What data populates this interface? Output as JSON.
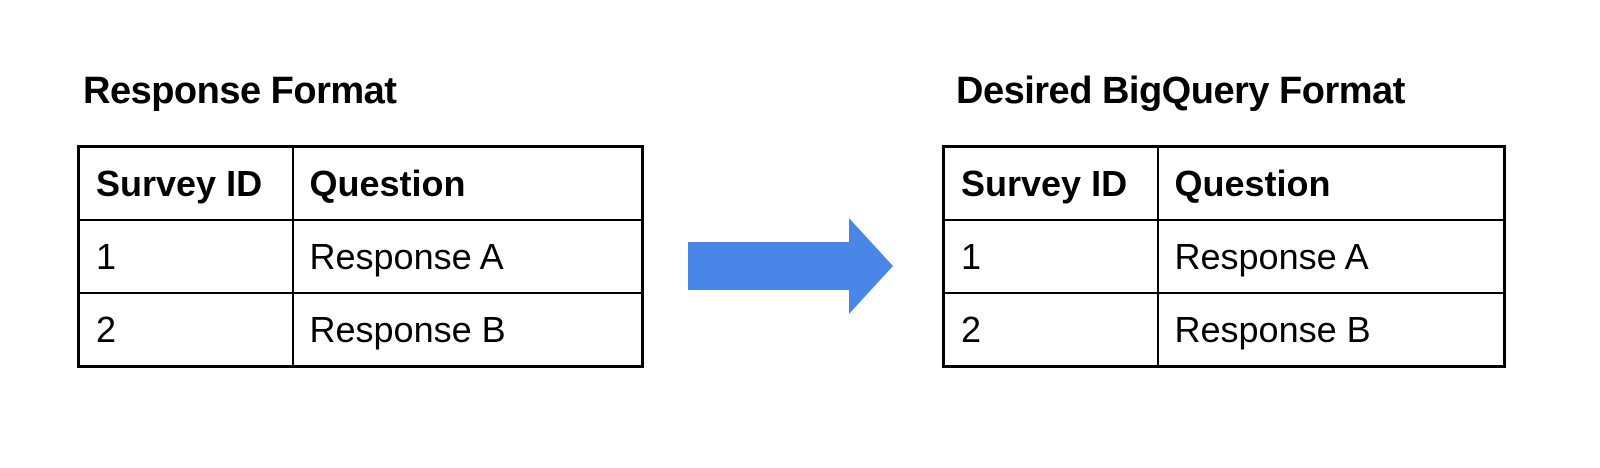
{
  "figure": {
    "background": "#ffffff",
    "text_color": "#000000",
    "border_color": "#000000"
  },
  "left_panel": {
    "title": "Response Format",
    "table": {
      "headers": [
        "Survey ID",
        "Question"
      ],
      "rows": [
        [
          "1",
          "Response A"
        ],
        [
          "2",
          "Response B"
        ]
      ]
    }
  },
  "arrow": {
    "icon": "right-arrow",
    "direction": "right",
    "color": "#4A86E8"
  },
  "right_panel": {
    "title": "Desired BigQuery Format",
    "table": {
      "headers": [
        "Survey ID",
        "Question"
      ],
      "rows": [
        [
          "1",
          "Response A"
        ],
        [
          "2",
          "Response B"
        ]
      ]
    }
  }
}
